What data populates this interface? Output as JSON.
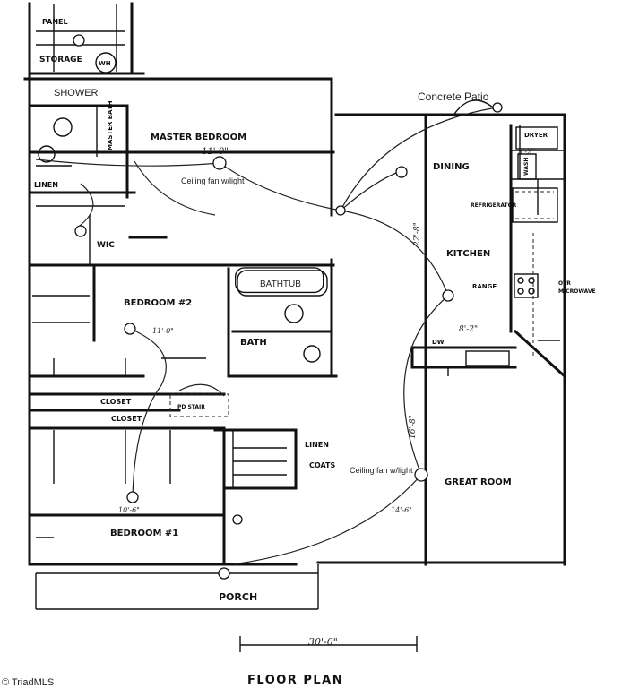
{
  "rooms": {
    "panel": "PANEL",
    "storage": "STORAGE",
    "wh": "WH",
    "shower": "SHOWER",
    "master_bath": "MASTER BATH",
    "master_bedroom": "MASTER BEDROOM",
    "linen_top": "LINEN",
    "wic": "WIC",
    "bedroom2": "BEDROOM #2",
    "bathtub": "BATHTUB",
    "bath": "BATH",
    "closet1": "CLOSET",
    "closet2": "CLOSET",
    "pd_stair": "PD STAIR",
    "linen": "LINEN",
    "coats": "COATS",
    "bedroom1": "BEDROOM #1",
    "porch": "PORCH",
    "dining": "DINING",
    "dryer": "DRYER",
    "wash": "WASH",
    "refrigerator": "REFRIGERATOR",
    "kitchen": "KITCHEN",
    "range": "RANGE",
    "otr": "OTR",
    "microwave": "MICROWAVE",
    "dw": "DW",
    "great_room": "GREAT ROOM"
  },
  "annotations": {
    "concrete_patio": "Concrete Patio",
    "ceiling_fan_top": "Ceiling fan w/light",
    "ceiling_fan_great": "Ceiling fan w/light"
  },
  "dimensions": {
    "master_bed_width": "11'-0\"",
    "dining": "3'-2\"",
    "kitchen_len": "22'-8\"",
    "kitchen_width": "8'-2\"",
    "bedroom2": "11'-0\"",
    "great_room_len": "16'-8\"",
    "great_room_width": "14'-6\"",
    "bedroom1_width": "10'-6\"",
    "overall": "30'-0\""
  },
  "title": "FLOOR PLAN",
  "watermark": "© TriadMLS"
}
